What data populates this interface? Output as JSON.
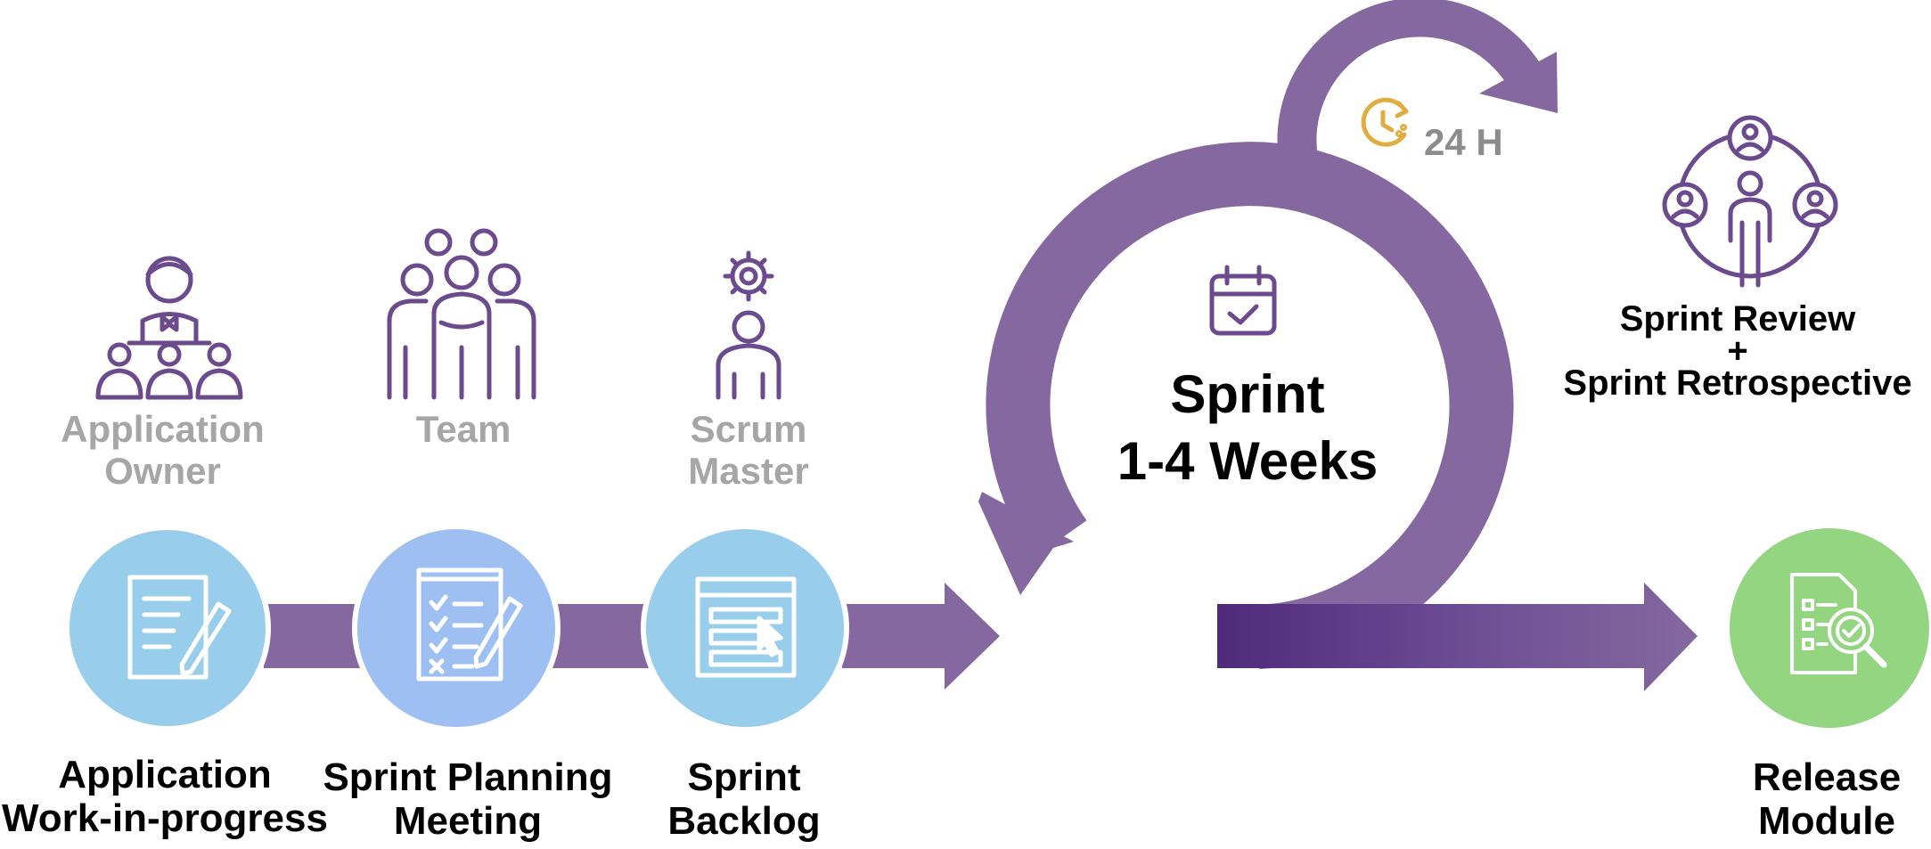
{
  "roles": [
    {
      "line1": "Application",
      "line2": "Owner"
    },
    {
      "line1": "Team",
      "line2": ""
    },
    {
      "line1": "Scrum",
      "line2": "Master"
    }
  ],
  "steps": [
    {
      "line1": "Application",
      "line2": "Work-in-progress"
    },
    {
      "line1": "Sprint Planning",
      "line2": "Meeting"
    },
    {
      "line1": "Sprint",
      "line2": "Backlog"
    },
    {
      "line1": "Release",
      "line2": "Module"
    }
  ],
  "sprint": {
    "line1": "Sprint",
    "line2": "1-4 Weeks"
  },
  "daily": {
    "label": "24 H"
  },
  "review": {
    "line1": "Sprint Review",
    "line2": "+",
    "line3": "Sprint Retrospective"
  },
  "colors": {
    "purple": "#85689f",
    "purple_dark": "#5f3f86",
    "light_blue": "#98cdec",
    "blue": "#9dbff2",
    "green": "#93d581",
    "gold": "#e1ad41",
    "role_gray": "#a6a6a6",
    "hours_gray": "#8c8c8c"
  },
  "icons": [
    "presenter-icon",
    "team-icon",
    "scrum-master-icon",
    "document-pen-icon",
    "checklist-icon",
    "backlog-screen-icon",
    "release-document-icon",
    "calendar-check-icon",
    "clock-icon",
    "review-group-icon"
  ]
}
